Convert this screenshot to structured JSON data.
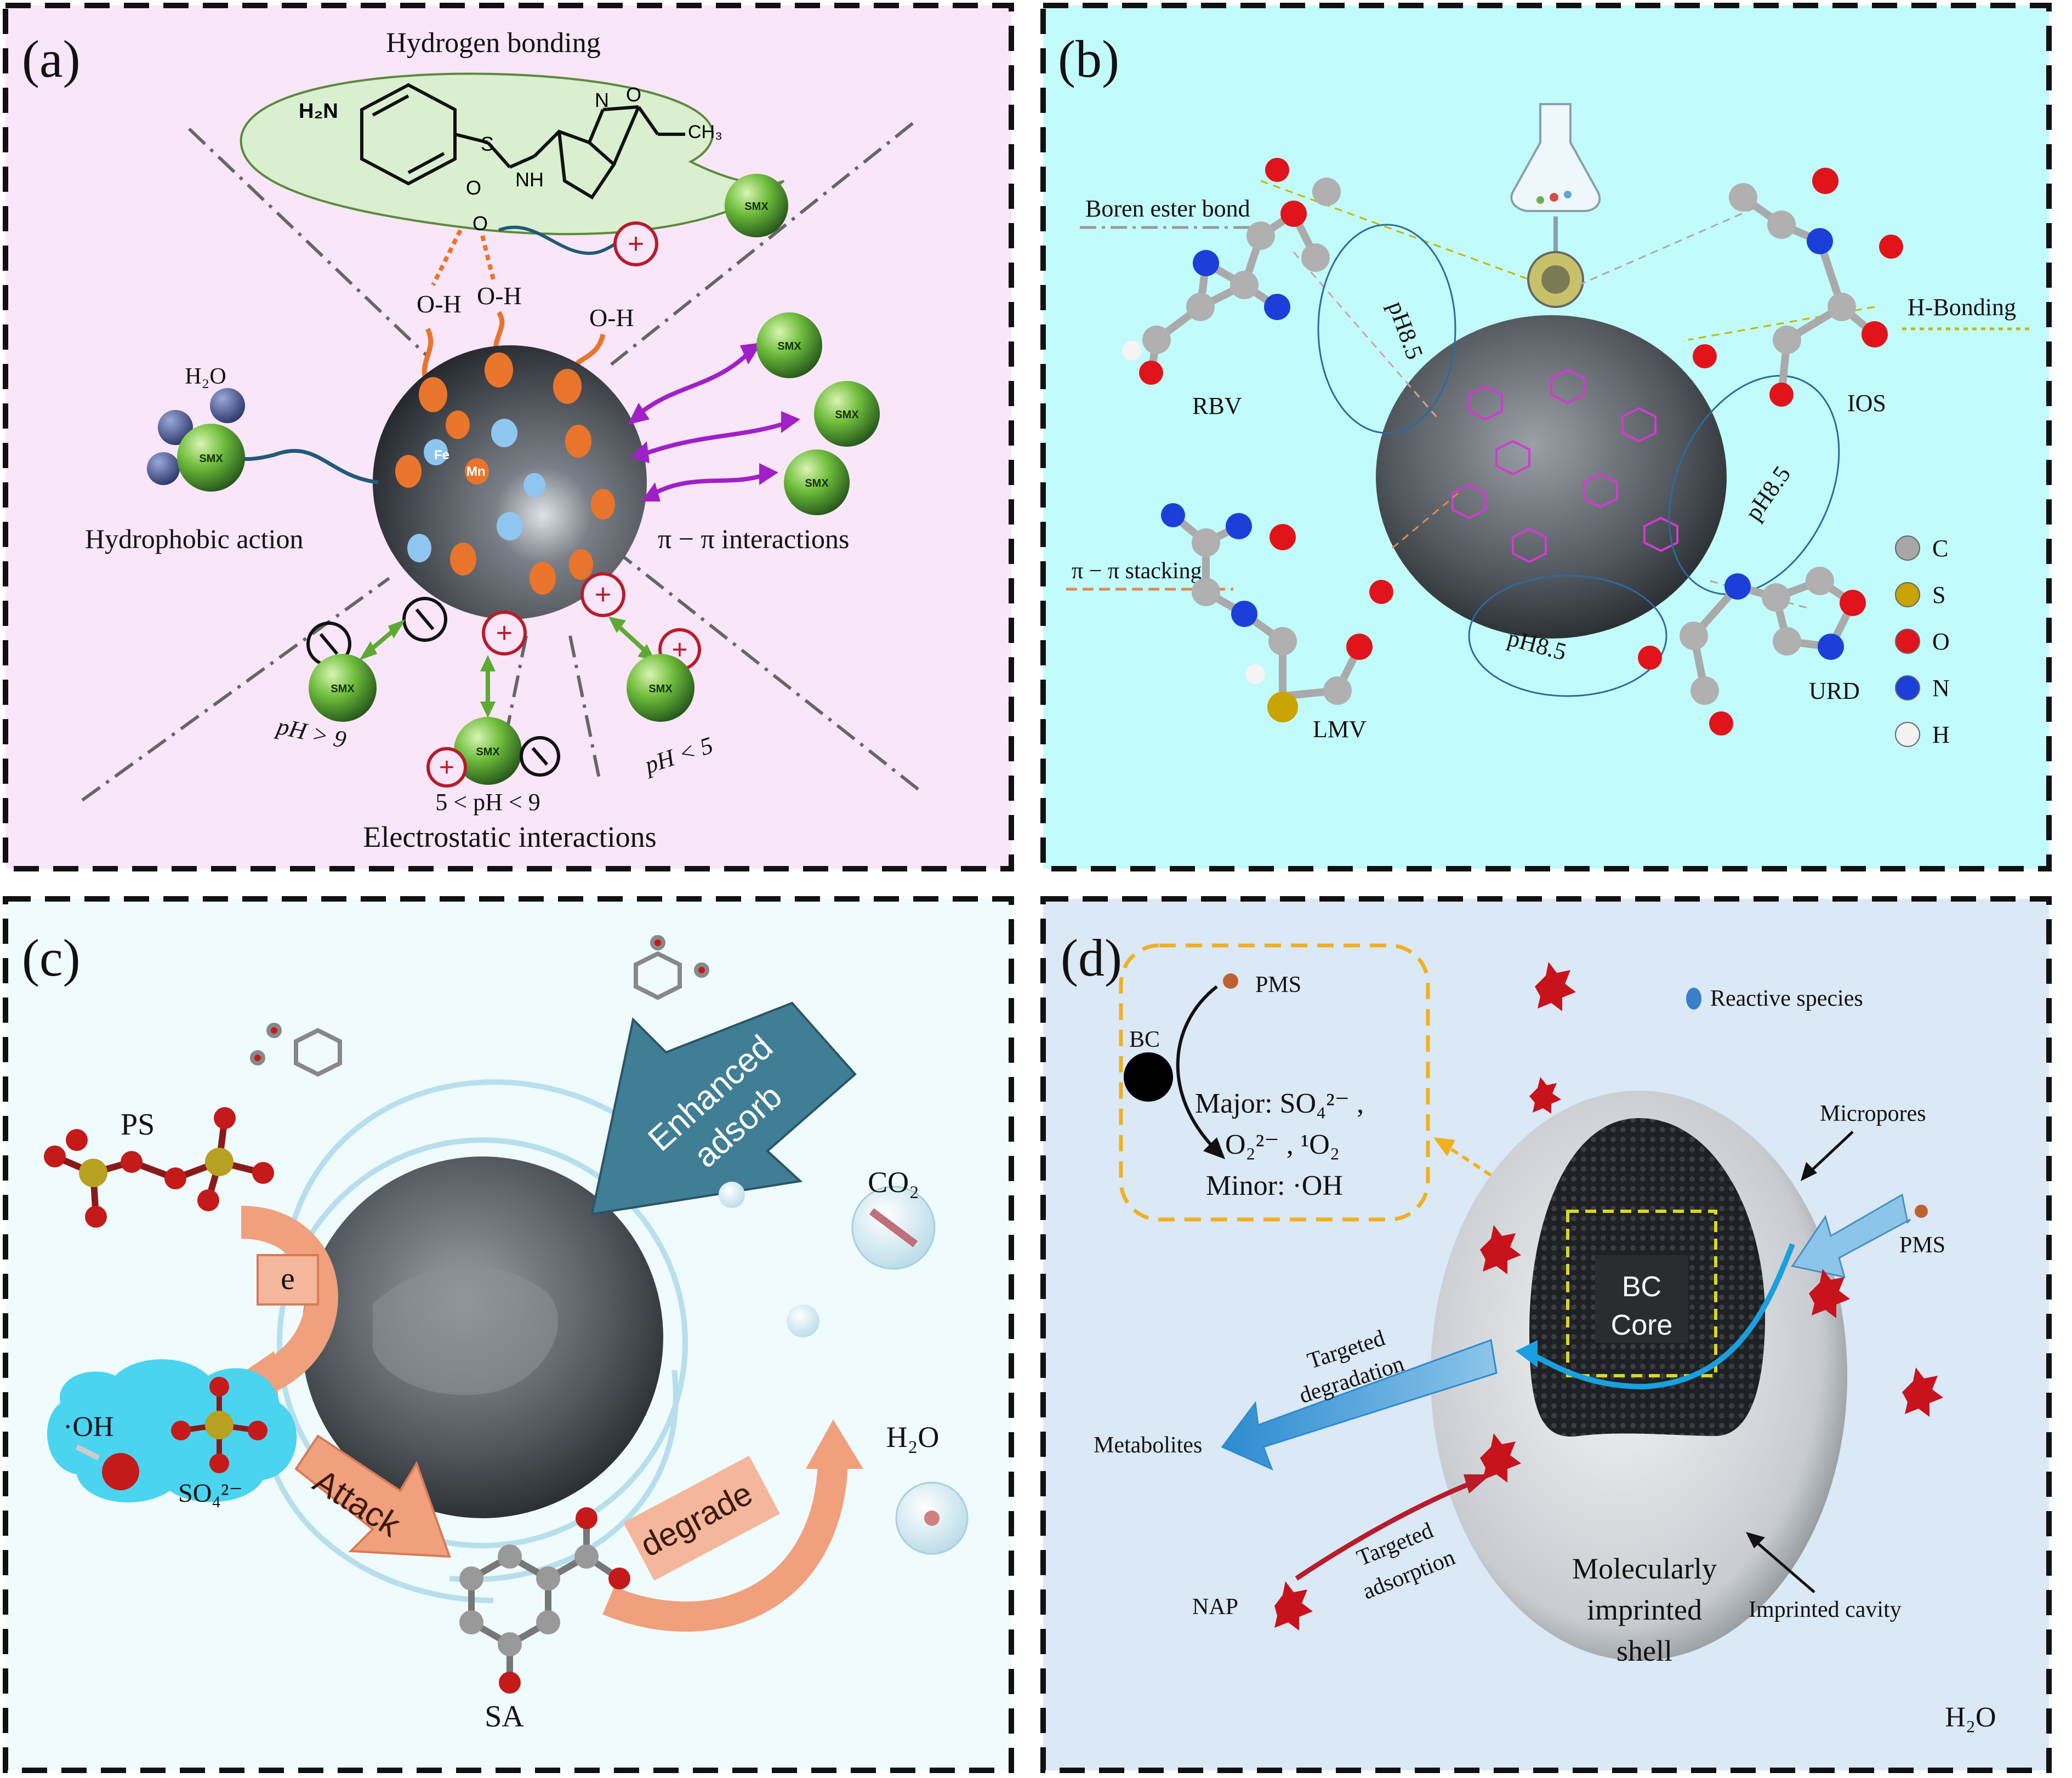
{
  "panel_a": {
    "label": "(a)",
    "hbond_title": "Hydrogen bonding",
    "mol_h2n": "H₂N",
    "mol_n": "N",
    "mol_o_ring": "O",
    "mol_ch3": "CH₃",
    "mol_s": "S",
    "mol_o1": "O",
    "mol_o2": "O",
    "mol_nh": "NH",
    "oh1": "O-H",
    "oh2": "O-H",
    "oh3": "O-H",
    "fe": "Fe",
    "mn": "Mn",
    "smx": "SMX",
    "h2o": "H₂O",
    "hydrophobic": "Hydrophobic action",
    "pipi": "π − π interactions",
    "ph_high": "pH > 9",
    "ph_mid": "5 < pH < 9",
    "ph_low": "pH < 5",
    "electrostatic": "Electrostatic interactions"
  },
  "panel_b": {
    "label": "(b)",
    "boren": "Boren ester bond",
    "hbonding": "H-Bonding",
    "pistack": "π − π stacking",
    "ph1": "pH8.5",
    "ph2": "pH8.5",
    "ph3": "pH8.5",
    "rbv": "RBV",
    "ios": "IOS",
    "lmv": "LMV",
    "urd": "URD",
    "legend": [
      {
        "sym": "C",
        "color": "#a7a7a7"
      },
      {
        "sym": "S",
        "color": "#c9a400"
      },
      {
        "sym": "O",
        "color": "#e0141a"
      },
      {
        "sym": "N",
        "color": "#1c3fd9"
      },
      {
        "sym": "H",
        "color": "#f2f2f2"
      }
    ]
  },
  "panel_c": {
    "label": "(c)",
    "ps": "PS",
    "e": "e",
    "oh": "·OH",
    "so4": "SO₄²⁻",
    "attack": "Attack",
    "enhanced": "Enhanced",
    "adsorb": "adsorb",
    "degrade": "degrade",
    "co2": "CO₂",
    "h2o": "H₂O",
    "sa": "SA"
  },
  "panel_d": {
    "label": "(d)",
    "pms_top": "PMS",
    "bc": "BC",
    "major_line1": "Major: SO₄²⁻ ,",
    "major_line2": "O₂²⁻ , ¹O₂",
    "minor": "Minor: ·OH",
    "reactive": "Reactive species",
    "micropores": "Micropores",
    "pms_right": "PMS",
    "bc_core_1": "BC",
    "bc_core_2": "Core",
    "targeted_deg_1": "Targeted",
    "targeted_deg_2": "degradation",
    "metabolites": "Metabolites",
    "targeted_ads_1": "Targeted",
    "targeted_ads_2": "adsorption",
    "nap": "NAP",
    "mol_shell_1": "Molecularly",
    "mol_shell_2": "imprinted",
    "mol_shell_3": "shell",
    "imprinted_cavity": "Imprinted cavity",
    "h2o": "H₂O"
  },
  "colors": {
    "panel_a_bg": "#f9e6f8",
    "panel_b_bg": "#c2fbfb",
    "panel_c_bg": "#f0fbfd",
    "panel_d_bg": "#dbe8f6",
    "smx_green": "#5daa33",
    "orange": "#e8752b",
    "purple": "#a020c8",
    "arrow_blue": "#3f7e94",
    "peach": "#f0a07c",
    "dark_red": "#c8121c"
  }
}
